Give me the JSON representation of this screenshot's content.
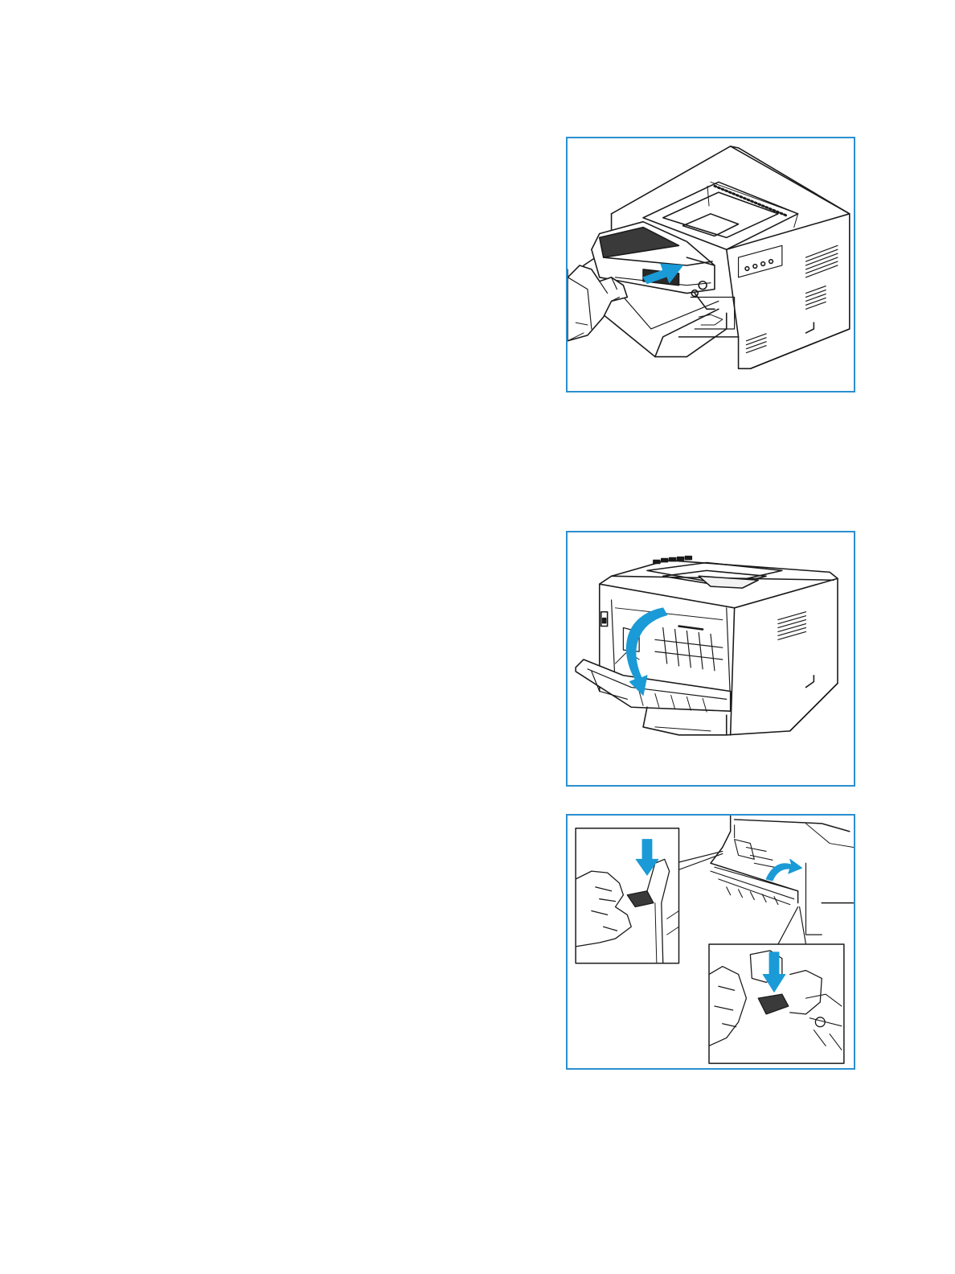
{
  "colors": {
    "frame_border": "#2b8fcf",
    "arrow": "#1a9ad6",
    "line_art": "#1a1a1a",
    "background": "#ffffff"
  },
  "figures": [
    {
      "subject": "inserting-toner-cartridge-front"
    },
    {
      "subject": "opening-rear-door"
    },
    {
      "subject": "fuser-pressure-levers-insets"
    }
  ]
}
